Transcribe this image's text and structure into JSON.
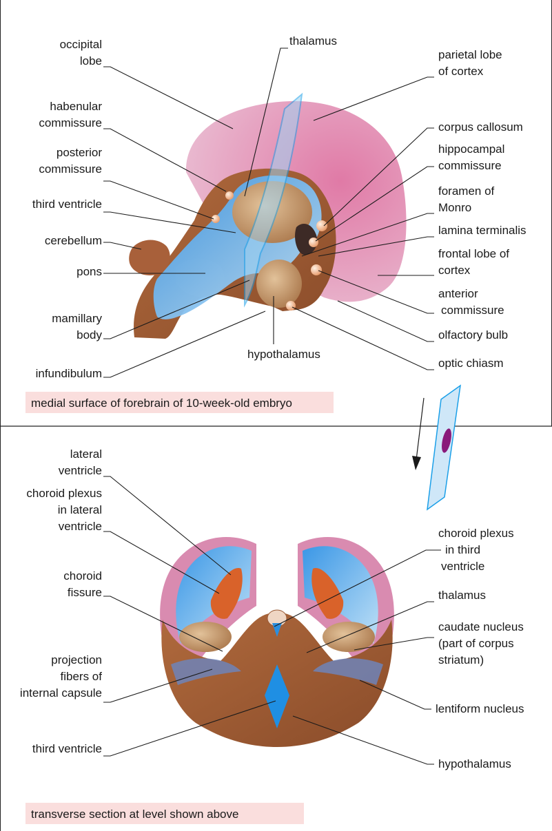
{
  "top_panel": {
    "caption": "medial surface of forebrain of 10-week-old embryo",
    "labels": {
      "occipital_lobe": [
        "occipital",
        "lobe"
      ],
      "habenular_commissure": [
        "habenular",
        "commissure"
      ],
      "posterior_commissure": [
        "posterior",
        "commissure"
      ],
      "third_ventricle": "third ventricle",
      "cerebellum": "cerebellum",
      "pons": "pons",
      "mamillary_body": [
        "mamillary",
        "body"
      ],
      "infundibulum": "infundibulum",
      "thalamus": "thalamus",
      "hypothalamus": "hypothalamus",
      "parietal_lobe": [
        "parietal lobe",
        "of cortex"
      ],
      "corpus_callosum": "corpus callosum",
      "hippocampal_commissure": [
        "hippocampal",
        "commissure"
      ],
      "foramen_of_monro": [
        "foramen of",
        "Monro"
      ],
      "lamina_terminalis": "lamina terminalis",
      "frontal_lobe": [
        "frontal lobe of",
        "cortex"
      ],
      "anterior_commissure": [
        "anterior",
        "commissure"
      ],
      "olfactory_bulb": "olfactory bulb",
      "optic_chiasm": "optic chiasm"
    }
  },
  "bottom_panel": {
    "caption": "transverse section at level shown above",
    "labels": {
      "lateral_ventricle": [
        "lateral",
        "ventricle"
      ],
      "choroid_plexus_lateral": [
        "choroid plexus",
        "in lateral",
        "ventricle"
      ],
      "choroid_fissure": [
        "choroid",
        "fissure"
      ],
      "projection_fibers": [
        "projection",
        "fibers of",
        "internal capsule"
      ],
      "third_ventricle": "third ventricle",
      "choroid_plexus_third": [
        "choroid plexus",
        "in third",
        "ventricle"
      ],
      "thalamus": "thalamus",
      "caudate_nucleus": [
        "caudate nucleus",
        "(part of corpus",
        "striatum)"
      ],
      "lentiform_nucleus": "lentiform nucleus",
      "hypothalamus": "hypothalamus"
    }
  },
  "colors": {
    "cortex_pink": "#dd8fb0",
    "brain_brown": "#9a5a35",
    "ventricle_blue": "#2a8fe0",
    "plane_blue": "#1a9fe8",
    "caption_bg": "#fadedd",
    "plexus_orange": "#d9622a",
    "marker_purple": "#8a1a7a"
  }
}
